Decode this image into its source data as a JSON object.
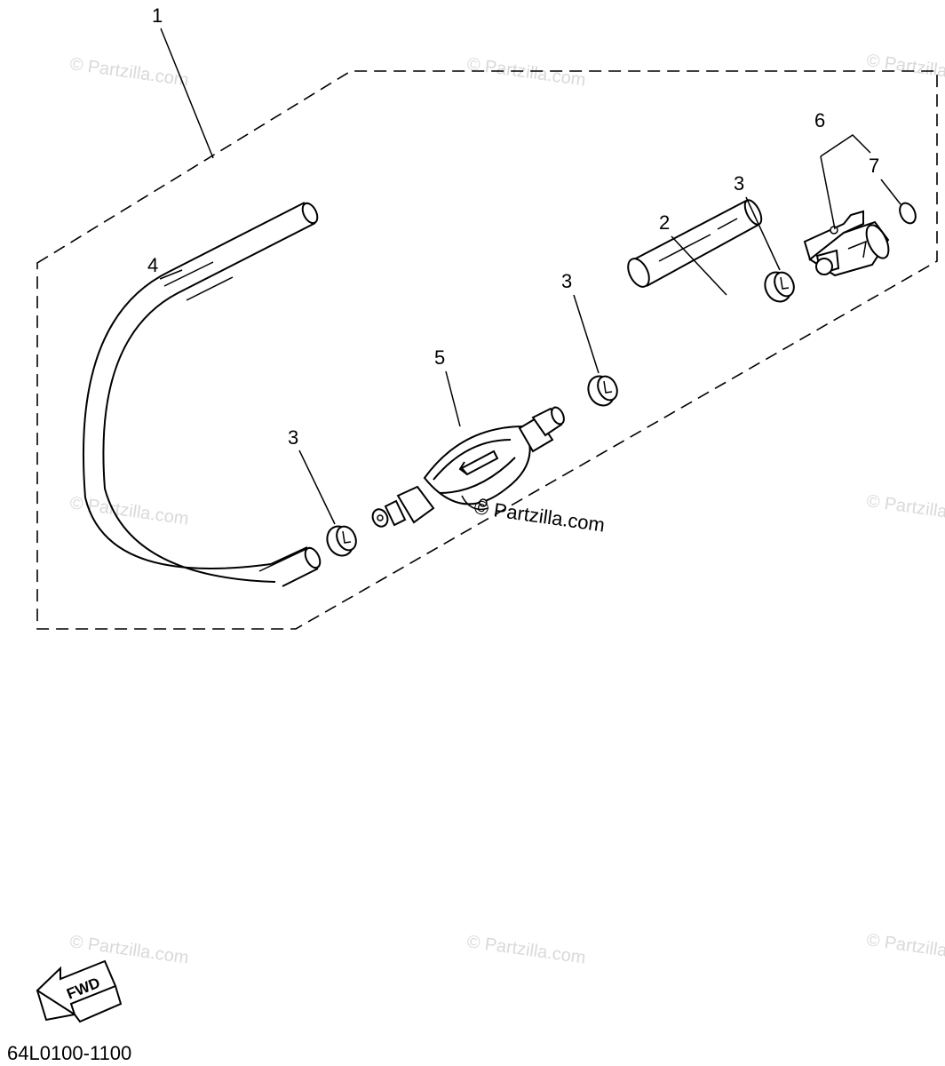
{
  "diagram": {
    "callouts": {
      "c1": "1",
      "c2": "2",
      "c3a": "3",
      "c3b": "3",
      "c3c": "3",
      "c4": "4",
      "c5": "5",
      "c6": "6",
      "c7": "7"
    },
    "watermark": "© Partzilla.com",
    "center_watermark": "© Partzilla.com",
    "fwd_label": "FWD",
    "part_number": "64L0100-1100"
  }
}
